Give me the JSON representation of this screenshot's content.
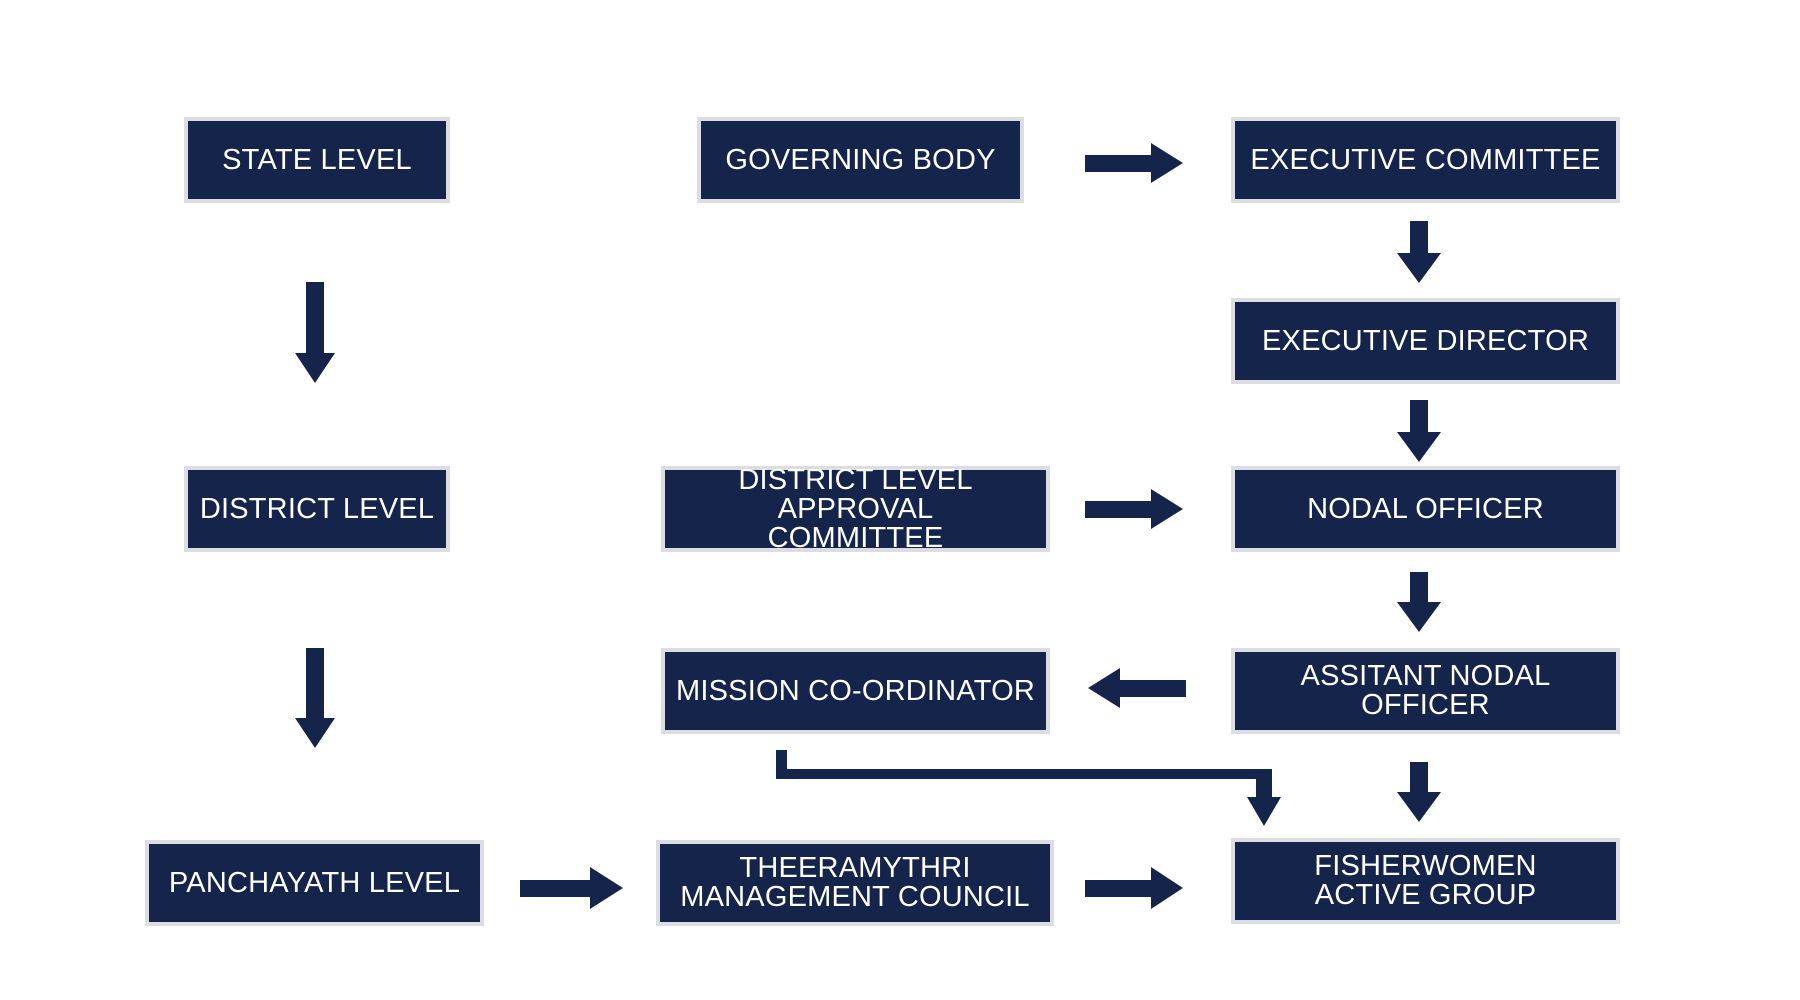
{
  "colors": {
    "box_fill": "#15244a",
    "box_border": "#dcdde2",
    "box_text": "#ffffff",
    "arrow": "#15244a",
    "background": "#ffffff"
  },
  "boxes": {
    "state_level": "STATE LEVEL",
    "governing_body": "GOVERNING BODY",
    "executive_committee": "EXECUTIVE COMMITTEE",
    "executive_director": "EXECUTIVE DIRECTOR",
    "district_level": "DISTRICT LEVEL",
    "district_approval": "DISTRICT LEVEL APPROVAL\nCOMMITTEE",
    "nodal_officer": "NODAL OFFICER",
    "mission_coordinator": "MISSION CO-ORDINATOR",
    "assistant_nodal_officer": "ASSITANT  NODAL OFFICER",
    "panchayath_level": "PANCHAYATH LEVEL",
    "theeramythri_council": "THEERAMYTHRI\nMANAGEMENT COUNCIL",
    "fisherwomen_group": "FISHERWOMEN\nACTIVE GROUP"
  },
  "edges": [
    {
      "from": "state_level",
      "to": "district_level"
    },
    {
      "from": "district_level",
      "to": "panchayath_level"
    },
    {
      "from": "governing_body",
      "to": "executive_committee"
    },
    {
      "from": "executive_committee",
      "to": "executive_director"
    },
    {
      "from": "executive_director",
      "to": "nodal_officer"
    },
    {
      "from": "district_approval",
      "to": "nodal_officer"
    },
    {
      "from": "nodal_officer",
      "to": "assistant_nodal_officer"
    },
    {
      "from": "assistant_nodal_officer",
      "to": "mission_coordinator"
    },
    {
      "from": "assistant_nodal_officer",
      "to": "fisherwomen_group"
    },
    {
      "from": "mission_coordinator",
      "to": "fisherwomen_group"
    },
    {
      "from": "panchayath_level",
      "to": "theeramythri_council"
    },
    {
      "from": "theeramythri_council",
      "to": "fisherwomen_group"
    }
  ]
}
